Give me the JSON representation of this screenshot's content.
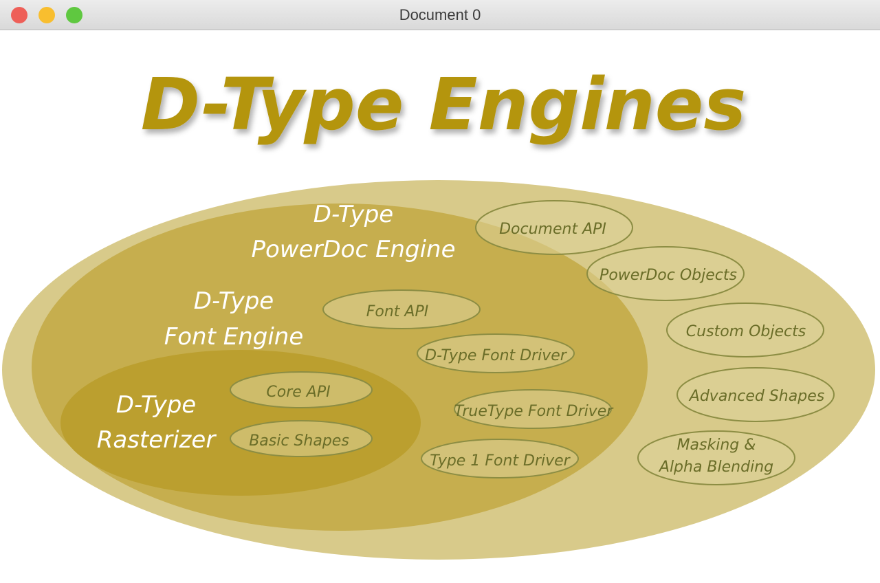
{
  "window": {
    "title": "Document 0"
  },
  "colors": {
    "title": "#b4950f",
    "outer": "#d8ca8a",
    "middle": "#c6ae4e",
    "inner": "#bb9f2f",
    "bubble_fill": "#ded39a",
    "bubble_stroke": "#8c8d43",
    "bubble_text": "#6a6d28",
    "engine_label": "#ffffff",
    "traffic_close": "#ee5f58",
    "traffic_min": "#f8be2f",
    "traffic_zoom": "#5fc840"
  },
  "diagram": {
    "title": "D-Type  Engines",
    "engines": {
      "powerdoc": {
        "line1": "D-Type",
        "line2": "PowerDoc Engine"
      },
      "font": {
        "line1": "D-Type",
        "line2": "Font Engine"
      },
      "rasterizer": {
        "line1": "D-Type",
        "line2": "Rasterizer"
      }
    },
    "features": {
      "document_api": "Document API",
      "powerdoc_objects": "PowerDoc Objects",
      "custom_objects": "Custom Objects",
      "advanced_shapes": "Advanced Shapes",
      "masking_line1": "Masking &",
      "masking_line2": "Alpha Blending",
      "font_api": "Font API",
      "dtype_font_driver": "D-Type Font Driver",
      "truetype_font_driver": "TrueType Font Driver",
      "type1_font_driver": "Type 1 Font Driver",
      "core_api": "Core API",
      "basic_shapes": "Basic Shapes"
    }
  }
}
